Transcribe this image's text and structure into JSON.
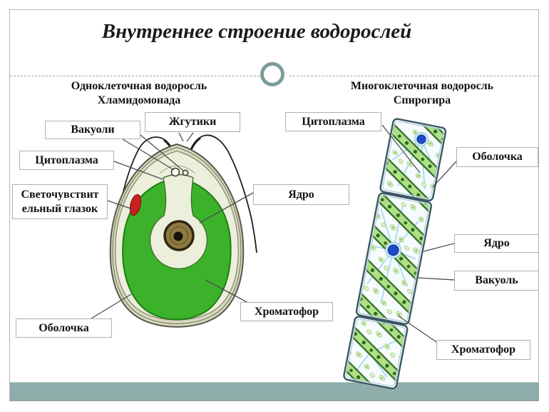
{
  "slide": {
    "title": "Внутреннее строение водорослей",
    "left": {
      "heading1": "Одноклеточная водоросль",
      "heading2": "Хламидомонада",
      "flagella": "Жгутики",
      "vacuoles": "Вакуоли",
      "cytoplasm": "Цитоплазма",
      "eyespot1": "Светочувствит",
      "eyespot2": "ельный глазок",
      "nucleus": "Ядро",
      "chromatophore": "Хроматофор",
      "membrane": "Оболочка"
    },
    "right": {
      "heading1": "Многоклеточная водоросль",
      "heading2": "Спирогира",
      "cytoplasm": "Цитоплазма",
      "membrane": "Оболочка",
      "nucleus": "Ядро",
      "vacuole": "Вакуоль",
      "chromatophore": "Хроматофор"
    },
    "colors": {
      "accent_bar": "#8fadaa",
      "divider_ring": "#7d9c9c",
      "cell_green": "#3bb22a",
      "eyespot_red": "#c92121",
      "nucleus_blue": "#1d49c9"
    }
  }
}
